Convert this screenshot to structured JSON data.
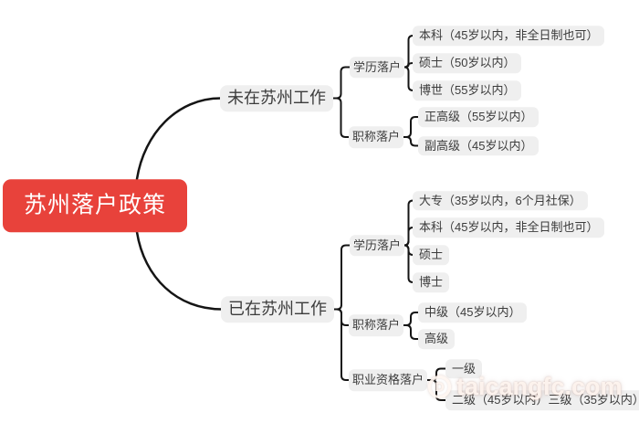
{
  "mindmap": {
    "root": {
      "label": "苏州落户政策"
    },
    "branches": [
      {
        "label": "未在苏州工作",
        "children": [
          {
            "label": "学历落户",
            "children": [
              {
                "label": "本科（45岁以内，非全日制也可）"
              },
              {
                "label": "硕士（50岁以内）"
              },
              {
                "label": "博世（55岁以内）"
              }
            ]
          },
          {
            "label": "职称落户",
            "children": [
              {
                "label": "正高级（55岁以内）"
              },
              {
                "label": "副高级（45岁以内）"
              }
            ]
          }
        ]
      },
      {
        "label": "已在苏州工作",
        "children": [
          {
            "label": "学历落户",
            "children": [
              {
                "label": "大专（35岁以内，6个月社保）"
              },
              {
                "label": "本科（45岁以内，非全日制也可）"
              },
              {
                "label": "硕士"
              },
              {
                "label": "博士"
              }
            ]
          },
          {
            "label": "职称落户",
            "children": [
              {
                "label": "中级（45岁以内）"
              },
              {
                "label": "高级"
              }
            ]
          },
          {
            "label": "职业资格落户",
            "children": [
              {
                "label": "一级"
              },
              {
                "label": "二级（45岁以内）三级（35岁以内）"
              }
            ]
          }
        ]
      }
    ]
  },
  "watermark": {
    "icon_letter": "D",
    "text": "taicangfc.com"
  },
  "colors": {
    "root_bg": "#e8423b",
    "root_text": "#ffffff",
    "node_bg": "#efefef",
    "node_text": "#3c3c3c",
    "line": "#151515",
    "background": "#ffffff",
    "watermark": "#fff6f1"
  }
}
